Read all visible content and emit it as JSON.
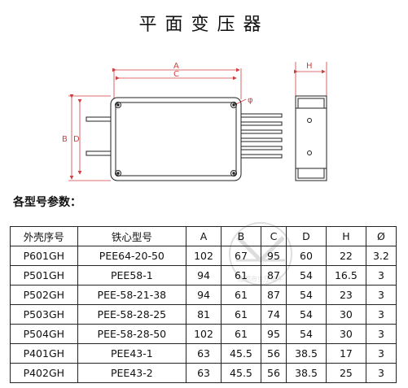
{
  "page": {
    "title": "平面变压器",
    "params_label": "各型号参数："
  },
  "diagram": {
    "dim_labels": {
      "A": "A",
      "C": "C",
      "B": "B",
      "D": "D",
      "H": "H",
      "phi": "φ"
    }
  },
  "table": {
    "headers": [
      "外壳序号",
      "铁心型号",
      "A",
      "B",
      "C",
      "D",
      "H",
      "Ø"
    ],
    "rows": [
      [
        "P601GH",
        "PEE64-20-50",
        "102",
        "67",
        "95",
        "60",
        "22",
        "3.2"
      ],
      [
        "P501GH",
        "PEE58-1",
        "94",
        "61",
        "87",
        "54",
        "16.5",
        "3"
      ],
      [
        "P502GH",
        "PEE-58-21-38",
        "94",
        "61",
        "87",
        "54",
        "23",
        "3"
      ],
      [
        "P503GH",
        "PEE-58-28-25",
        "81",
        "61",
        "74",
        "54",
        "30",
        "3"
      ],
      [
        "P504GH",
        "PEE-58-28-50",
        "102",
        "61",
        "95",
        "54",
        "30",
        "3"
      ],
      [
        "P401GH",
        "PEE43-1",
        "63",
        "45.5",
        "56",
        "38.5",
        "17",
        "3"
      ],
      [
        "P402GH",
        "PEE43-2",
        "63",
        "45.5",
        "56",
        "38.5",
        "25",
        "3"
      ]
    ]
  },
  "watermark": {
    "text": "成都市变压电子"
  }
}
